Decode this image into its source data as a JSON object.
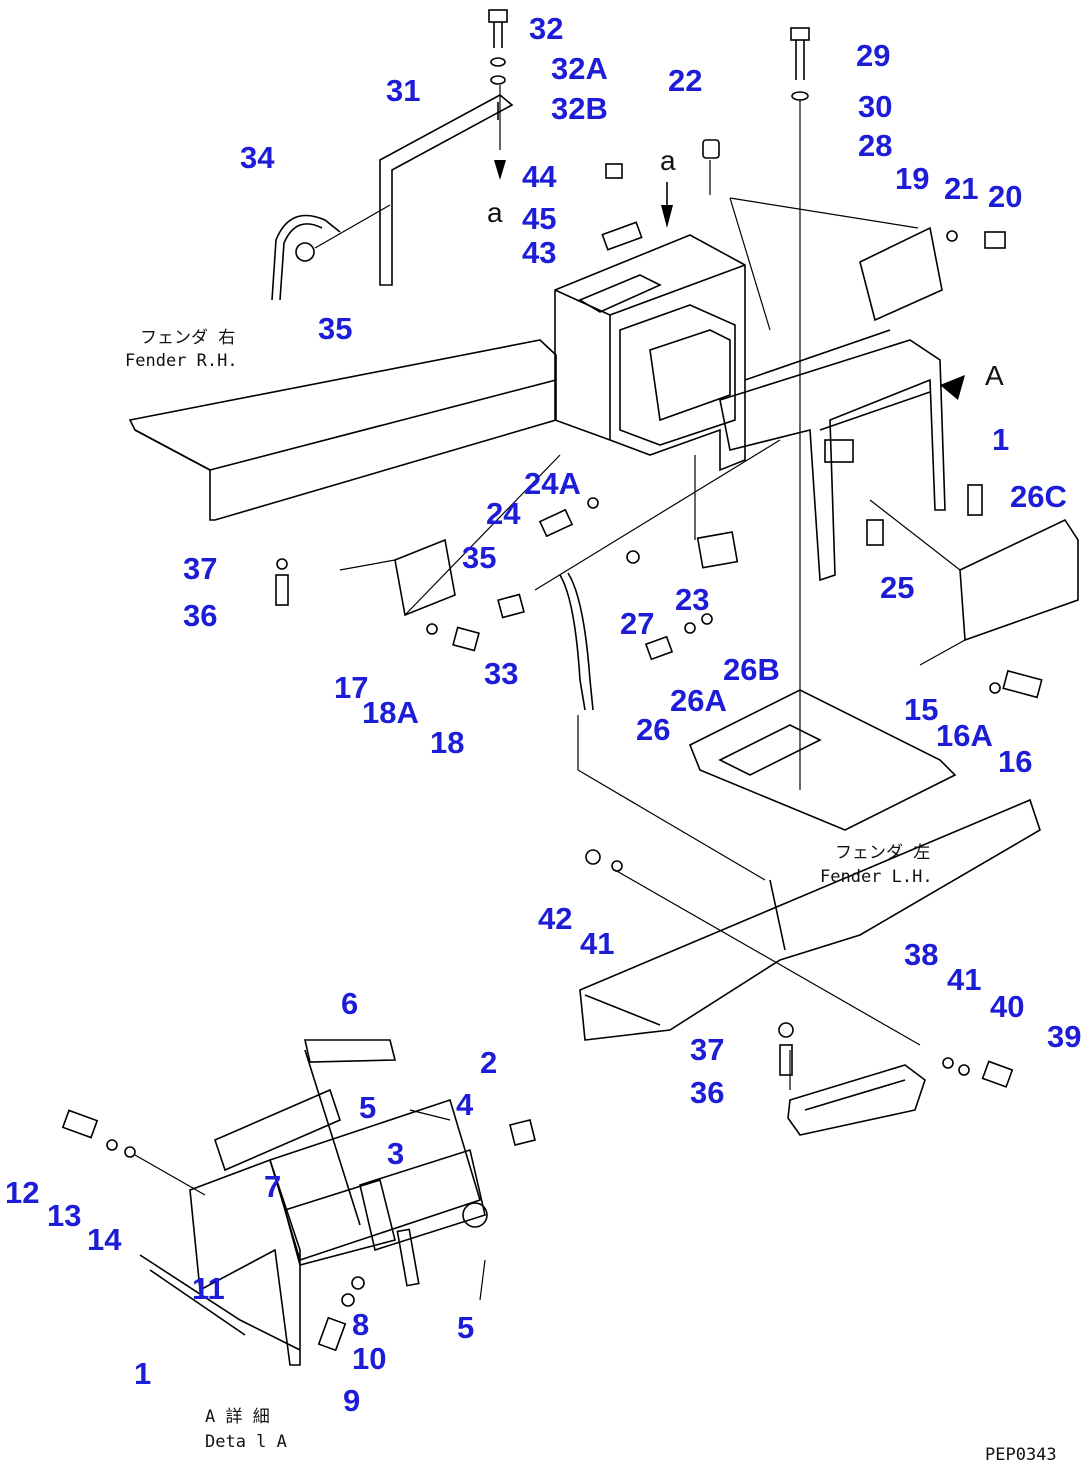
{
  "colors": {
    "label": "#1d1dd8",
    "line": "#000000",
    "background": "#ffffff"
  },
  "labels": [
    "32",
    "32A",
    "32B",
    "31",
    "34",
    "35",
    "22",
    "29",
    "30",
    "28",
    "44",
    "45",
    "43",
    "19",
    "21",
    "20",
    "1",
    "24A",
    "24",
    "26C",
    "35",
    "23",
    "25",
    "27",
    "33",
    "26B",
    "26A",
    "26",
    "17",
    "18A",
    "18",
    "15",
    "16A",
    "16",
    "37",
    "36",
    "42",
    "41",
    "38",
    "41",
    "40",
    "39",
    "37",
    "36",
    "6",
    "2",
    "5",
    "4",
    "3",
    "7",
    "12",
    "13",
    "14",
    "11",
    "8",
    "10",
    "5",
    "9",
    "1"
  ],
  "marks": {
    "a_left": "a",
    "a_right": "a",
    "view": "A"
  },
  "notes": {
    "fender_rh_jp": "フェンダ 右",
    "fender_rh_en": "Fender R.H.",
    "fender_lh_jp": "フェンダ 左",
    "fender_lh_en": "Fender L.H.",
    "detail_jp": "A 詳 細",
    "detail_en": "Deta l A",
    "drawing_code": "PEP0343"
  }
}
